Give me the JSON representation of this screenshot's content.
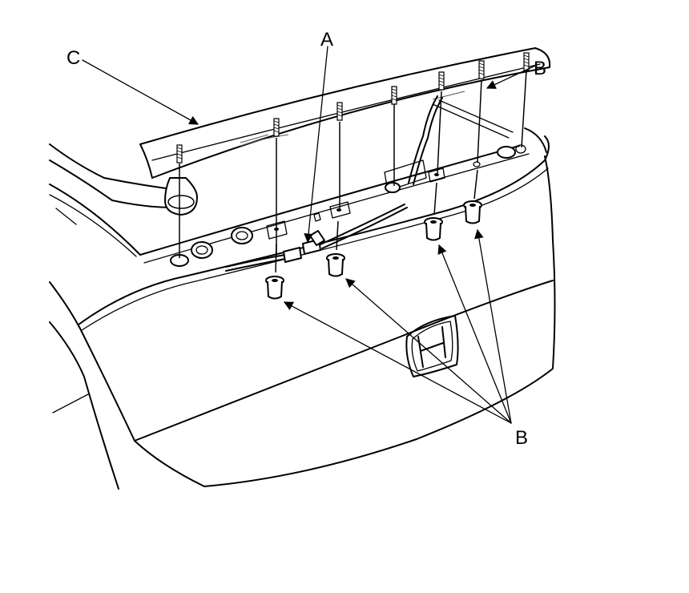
{
  "diagram": {
    "callouts": {
      "a": "A",
      "b_top": "B",
      "b_bottom": "B",
      "c": "C"
    },
    "colors": {
      "line": "#000000",
      "background": "#ffffff"
    },
    "icons": [
      "honda-emblem-icon",
      "spoiler-bolt-icon",
      "grommet-icon",
      "wire-connector-icon"
    ]
  }
}
